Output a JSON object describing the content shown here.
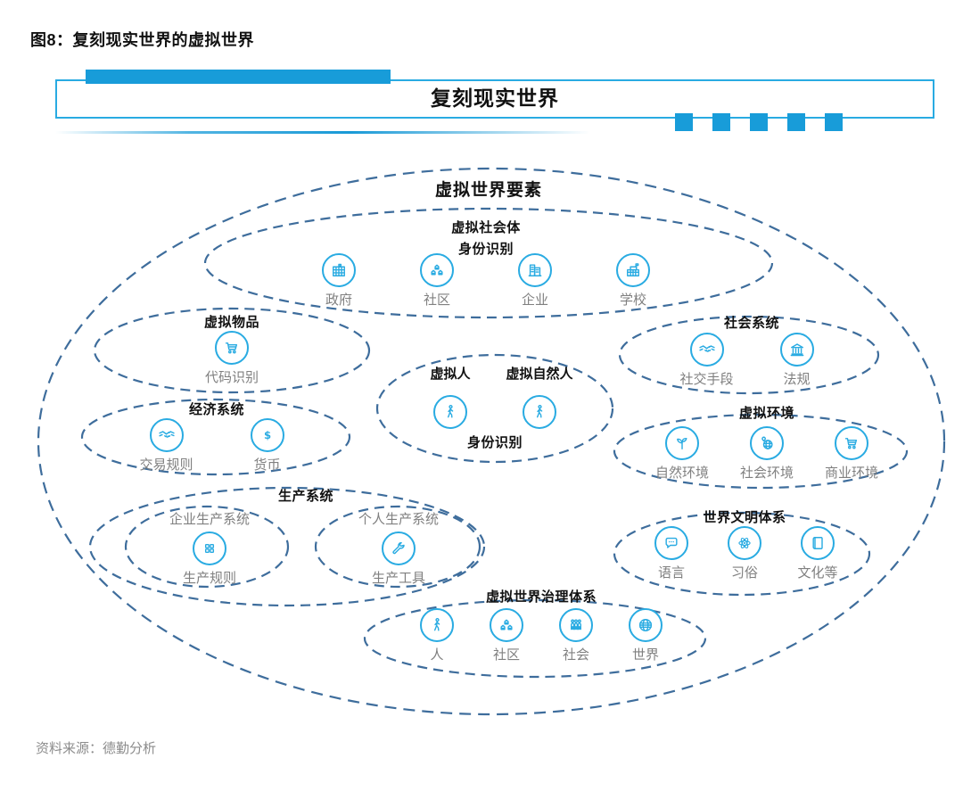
{
  "page": {
    "figure_title": "图8：复刻现实世界的虚拟世界",
    "source": "资料来源：德勤分析"
  },
  "banner": {
    "title": "复刻现实世界",
    "decor_square_count": 5
  },
  "colors": {
    "accent_blue": "#189cd9",
    "icon_blue": "#29abe2",
    "dash_blue": "#3e6d9c",
    "heading_black": "#111111",
    "label_gray": "#808080",
    "source_gray": "#8c8c8c"
  },
  "diagram": {
    "outer_label": "虚拟世界要素",
    "groups": {
      "social_body": {
        "heading_lines": [
          "虚拟社会体",
          "身份识别"
        ],
        "items": [
          {
            "name": "government",
            "icon": "government-building-icon",
            "label": "政府"
          },
          {
            "name": "community",
            "icon": "community-houses-icon",
            "label": "社区"
          },
          {
            "name": "enterprise",
            "icon": "enterprise-building-icon",
            "label": "企业"
          },
          {
            "name": "school",
            "icon": "school-building-icon",
            "label": "学校"
          }
        ]
      },
      "virtual_items": {
        "heading": "虚拟物品",
        "items": [
          {
            "name": "code-identification",
            "icon": "cart-icon",
            "label": "代码识别"
          }
        ]
      },
      "social_system": {
        "heading": "社会系统",
        "items": [
          {
            "name": "social-means",
            "icon": "handshake-icon",
            "label": "社交手段"
          },
          {
            "name": "regulations",
            "icon": "bank-icon",
            "label": "法规"
          }
        ]
      },
      "virtual_person": {
        "items": [
          {
            "name": "virtual-person",
            "icon": "walking-person-icon",
            "label_above": "虚拟人"
          },
          {
            "name": "virtual-natural-person",
            "icon": "walking-person-icon",
            "label_above": "虚拟自然人"
          }
        ],
        "footer": "身份识别"
      },
      "economic": {
        "heading": "经济系统",
        "items": [
          {
            "name": "trade-rules",
            "icon": "handshake-icon",
            "label": "交易规则"
          },
          {
            "name": "currency",
            "icon": "dollar-icon",
            "label": "货币"
          }
        ]
      },
      "environment": {
        "heading": "虚拟环境",
        "items": [
          {
            "name": "natural-environment",
            "icon": "sprout-icon",
            "label": "自然环境"
          },
          {
            "name": "social-environment",
            "icon": "globe-pin-icon",
            "label": "社会环境"
          },
          {
            "name": "business-environment",
            "icon": "cart-icon",
            "label": "商业环境"
          }
        ]
      },
      "production": {
        "heading": "生产系统",
        "enterprise_sub": {
          "heading": "企业生产系统",
          "items": [
            {
              "name": "production-rules",
              "icon": "grid-icon",
              "label": "生产规则"
            }
          ]
        },
        "personal_sub": {
          "heading": "个人生产系统",
          "items": [
            {
              "name": "production-tools",
              "icon": "wrench-icon",
              "label": "生产工具"
            }
          ]
        }
      },
      "civilization": {
        "heading": "世界文明体系",
        "items": [
          {
            "name": "language",
            "icon": "speech-bubble-icon",
            "label": "语言"
          },
          {
            "name": "customs",
            "icon": "atom-icon",
            "label": "习俗"
          },
          {
            "name": "culture-etc",
            "icon": "book-icon",
            "label": "文化等"
          }
        ]
      },
      "governance": {
        "heading": "虚拟世界治理体系",
        "items": [
          {
            "name": "person",
            "icon": "walking-person-icon",
            "label": "人"
          },
          {
            "name": "community",
            "icon": "community-houses-icon",
            "label": "社区"
          },
          {
            "name": "society",
            "icon": "people-group-icon",
            "label": "社会"
          },
          {
            "name": "world",
            "icon": "globe-icon",
            "label": "世界"
          }
        ]
      }
    }
  }
}
